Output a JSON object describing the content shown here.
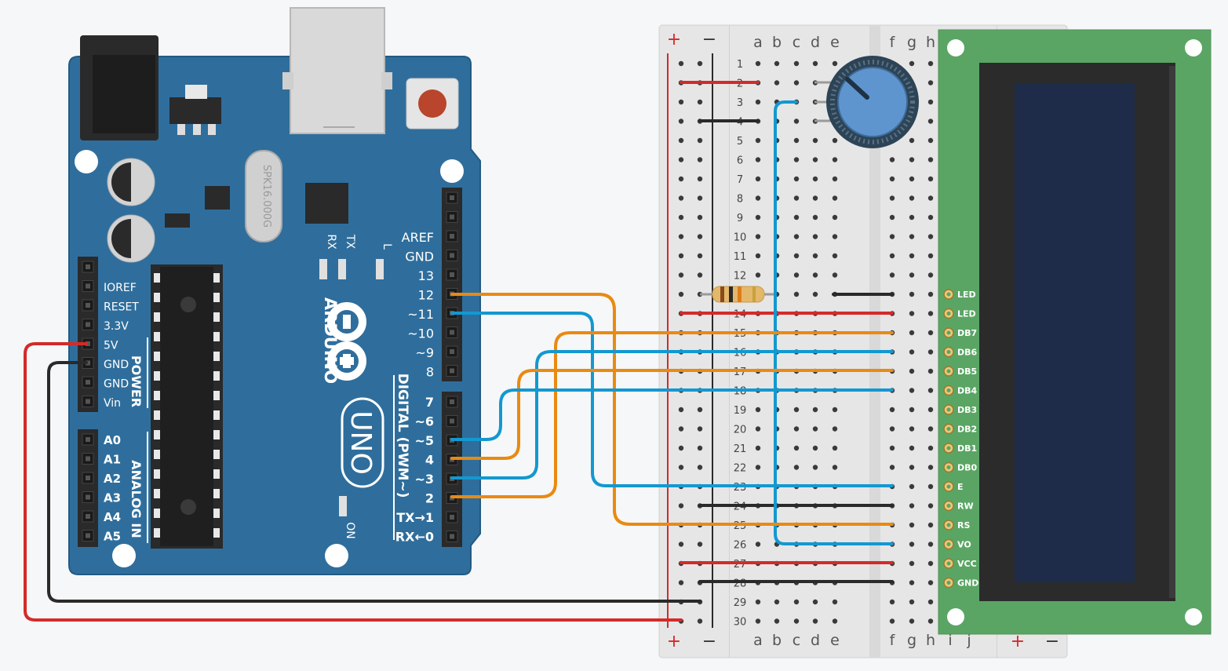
{
  "colors": {
    "background": "#f6f7f8",
    "arduino_board": "#2f6e9c",
    "arduino_edge": "#225a84",
    "breadboard": "#e7e7e7",
    "lcd_pcb": "#5aa564",
    "lcd_bezel": "#2b2b2b",
    "lcd_screen": "#1e2c4a",
    "wire_red": "#d42a2a",
    "wire_black": "#2a2a2a",
    "wire_orange": "#e98a12",
    "wire_blue": "#1398d0",
    "pot_blue": "#5f95cf"
  },
  "arduino": {
    "logo_text": "ARDUINO",
    "model_text": "UNO",
    "digital_label": "DIGITAL (PWM~)",
    "power_label": "POWER",
    "analog_label": "ANALOG IN",
    "crystal_text": "SPK16.000G",
    "rx_label": "RX",
    "tx_label": "TX",
    "l_label": "L",
    "on_label": "ON",
    "digital_pins_top": [
      "AREF",
      "GND",
      "13",
      "12",
      "~11",
      "~10",
      "~9",
      "8"
    ],
    "digital_pins_bottom": [
      "7",
      "~6",
      "~5",
      "4",
      "~3",
      "2",
      "TX→1",
      "RX←0"
    ],
    "power_pins": [
      "IOREF",
      "RESET",
      "3.3V",
      "5V",
      "GND",
      "GND",
      "Vin"
    ],
    "analog_pins": [
      "A0",
      "A1",
      "A2",
      "A3",
      "A4",
      "A5"
    ]
  },
  "breadboard": {
    "plus": "+",
    "minus": "−",
    "columns_left": [
      "a",
      "b",
      "c",
      "d",
      "e"
    ],
    "columns_right": [
      "f",
      "g",
      "h",
      "i",
      "j"
    ],
    "row_count": 30
  },
  "lcd": {
    "pins": [
      "LED",
      "LED",
      "DB7",
      "DB6",
      "DB5",
      "DB4",
      "DB3",
      "DB2",
      "DB1",
      "DB0",
      "E",
      "RW",
      "RS",
      "VO",
      "VCC",
      "GND"
    ]
  }
}
